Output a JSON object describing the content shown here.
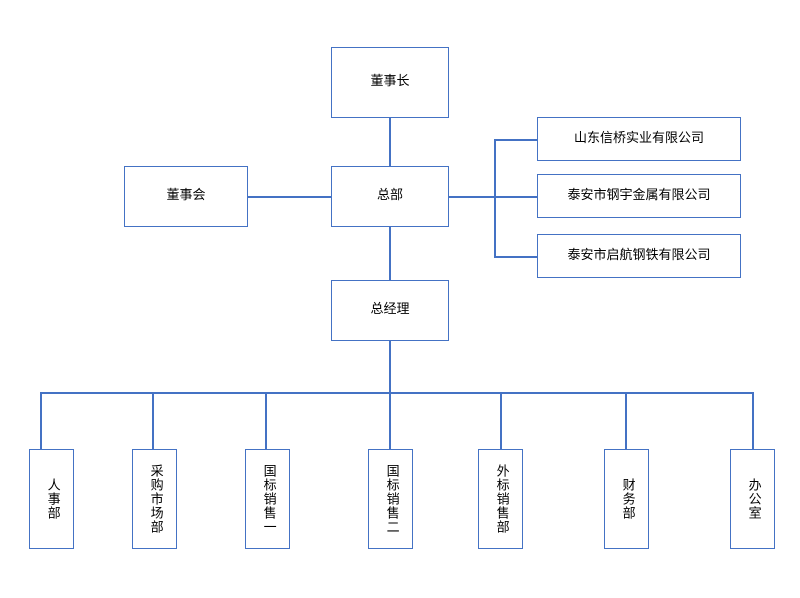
{
  "diagram": {
    "title_nodes": {
      "chairman": "董事长",
      "board": "董事会",
      "headquarters": "总部",
      "general_manager": "总经理"
    },
    "subsidiaries": [
      {
        "label": "山东信桥实业有限公司"
      },
      {
        "label": "泰安市钢宇金属有限公司"
      },
      {
        "label": "泰安市启航钢铁有限公司"
      }
    ],
    "departments": [
      {
        "label": "人事部"
      },
      {
        "label": "采购市场部"
      },
      {
        "label": "国标销售一"
      },
      {
        "label": "国标销售二"
      },
      {
        "label": "外标销售部"
      },
      {
        "label": "财务部"
      },
      {
        "label": "办公室"
      }
    ],
    "colors": {
      "line": "#4472c4",
      "border": "#4472c4",
      "background": "#ffffff",
      "text": "#000000"
    }
  }
}
